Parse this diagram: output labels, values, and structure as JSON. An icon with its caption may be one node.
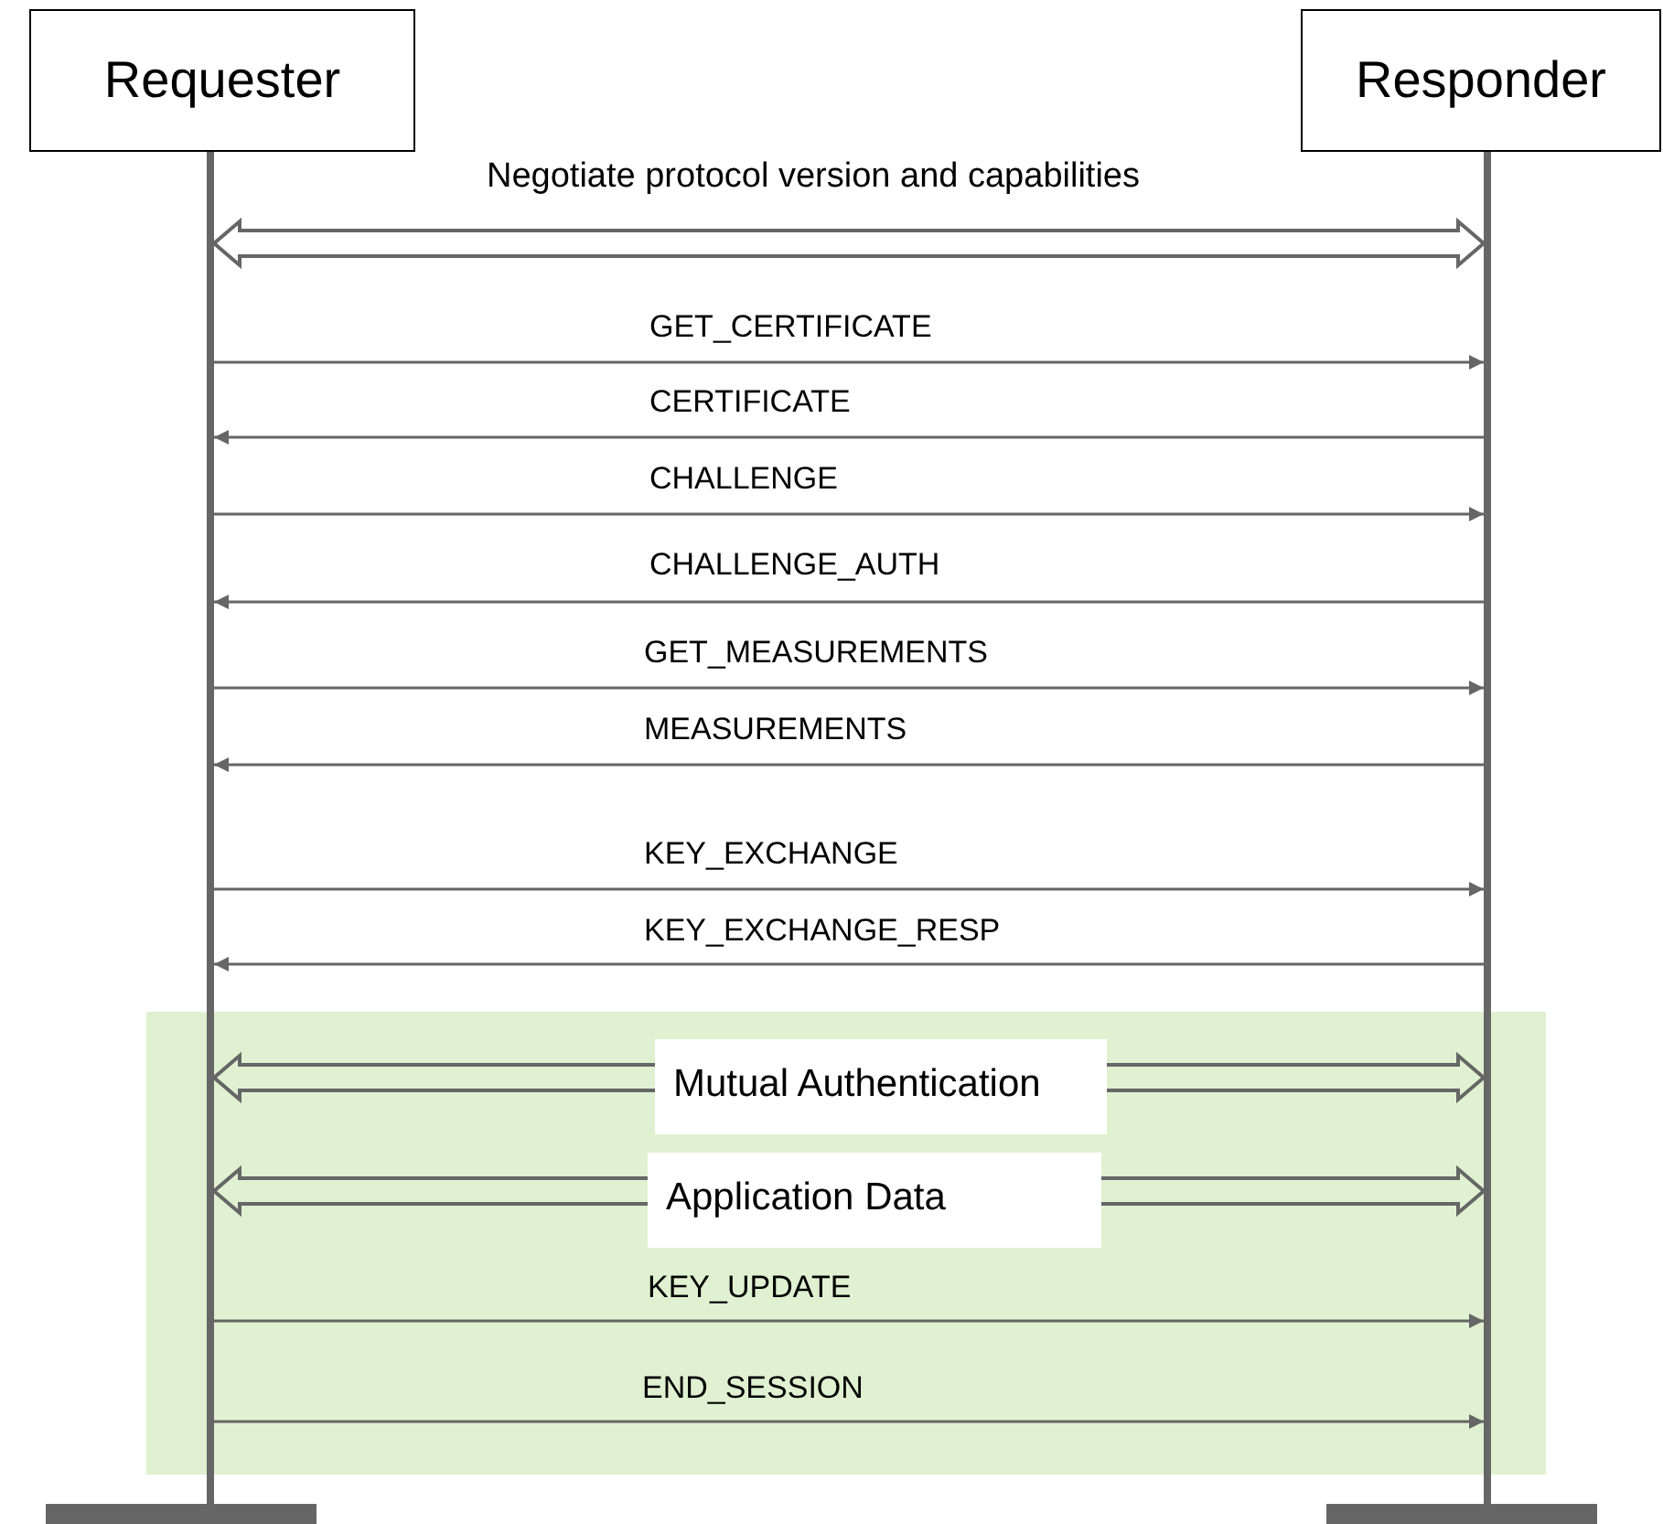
{
  "diagram": {
    "nodes": [
      {
        "text": [
          "Requester"
        ]
      },
      {
        "text": [
          "Responder"
        ]
      },
      {
        "text": [],
        "shape": "bar"
      },
      {
        "text": [],
        "shape": "bar"
      }
    ],
    "edges": [
      {
        "from": 2,
        "to": 3,
        "arrow": "both",
        "label": "Negotiate protocol version and capabilities",
        "style": "thick"
      },
      {
        "from": 2,
        "to": 3,
        "arrow": "to",
        "label": "GET_CERTIFICATE"
      },
      {
        "from": 3,
        "to": 2,
        "arrow": "to",
        "label": "CERTIFICATE"
      },
      {
        "from": 2,
        "to": 3,
        "arrow": "to",
        "label": "CHALLENGE"
      },
      {
        "from": 3,
        "to": 2,
        "arrow": "to",
        "label": "CHALLENGE_AUTH"
      },
      {
        "from": 2,
        "to": 3,
        "arrow": "to",
        "label": "GET_MEASUREMENTS"
      },
      {
        "from": 3,
        "to": 2,
        "arrow": "to",
        "label": "MEASUREMENTS"
      },
      {
        "from": 2,
        "to": 3,
        "arrow": "to",
        "label": "KEY_EXCHANGE"
      },
      {
        "from": 3,
        "to": 2,
        "arrow": "to",
        "label": "KEY_EXCHANGE_RESP"
      },
      {
        "from": 2,
        "to": 3,
        "arrow": "both",
        "label": "Mutual Authentication",
        "style": "thick"
      },
      {
        "from": 2,
        "to": 3,
        "arrow": "both",
        "label": "Application Data",
        "style": "thick"
      },
      {
        "from": 2,
        "to": 3,
        "arrow": "to",
        "label": "KEY_UPDATE"
      },
      {
        "from": 2,
        "to": 3,
        "arrow": "to",
        "label": "END_SESSION"
      }
    ]
  }
}
